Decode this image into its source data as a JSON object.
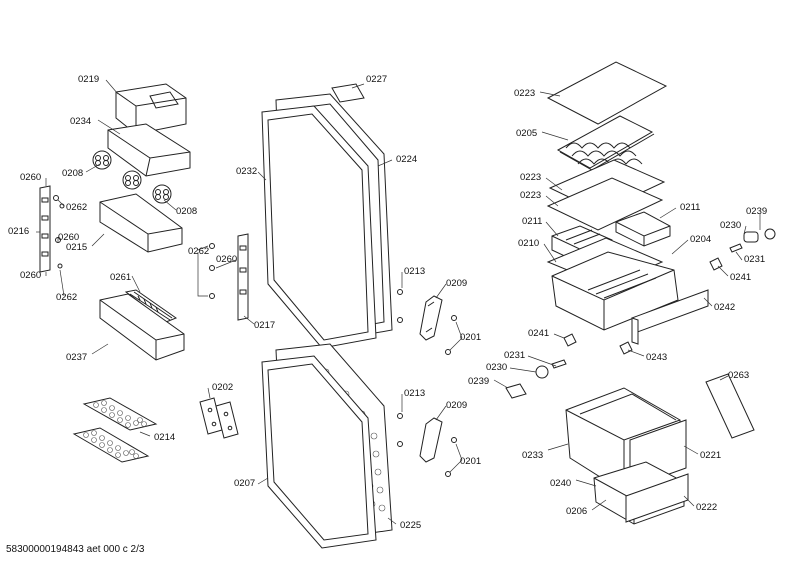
{
  "footer_text": "58300000194843 aet 000 c 2/3",
  "labels": {
    "l0219": "0219",
    "l0234": "0234",
    "l0208a": "0208",
    "l0208b": "0208",
    "l0260a": "0260",
    "l0262a": "0262",
    "l0216": "0216",
    "l0260b": "0260",
    "l0260c": "0260",
    "l0262b": "0262",
    "l0215": "0215",
    "l0261": "0261",
    "l0237": "0237",
    "l0262c": "0262",
    "l0260d": "0260",
    "l0217": "0217",
    "l0227": "0227",
    "l0232": "0232",
    "l0224": "0224",
    "l0213a": "0213",
    "l0209a": "0209",
    "l0201a": "0201",
    "l0202": "0202",
    "l0214": "0214",
    "l0213b": "0213",
    "l0209b": "0209",
    "l0201b": "0201",
    "l0207": "0207",
    "l0225": "0225",
    "l0223a": "0223",
    "l0205": "0205",
    "l0223b": "0223",
    "l0223c": "0223",
    "l0211a": "0211",
    "l0211b": "0211",
    "l0210": "0210",
    "l0204": "0204",
    "l0239a": "0239",
    "l0230a": "0230",
    "l0231a": "0231",
    "l0241a": "0241",
    "l0242": "0242",
    "l0241b": "0241",
    "l0243": "0243",
    "l0231b": "0231",
    "l0230b": "0230",
    "l0239b": "0239",
    "l0263": "0263",
    "l0233": "0233",
    "l0221": "0221",
    "l0240": "0240",
    "l0206": "0206",
    "l0222": "0222"
  }
}
